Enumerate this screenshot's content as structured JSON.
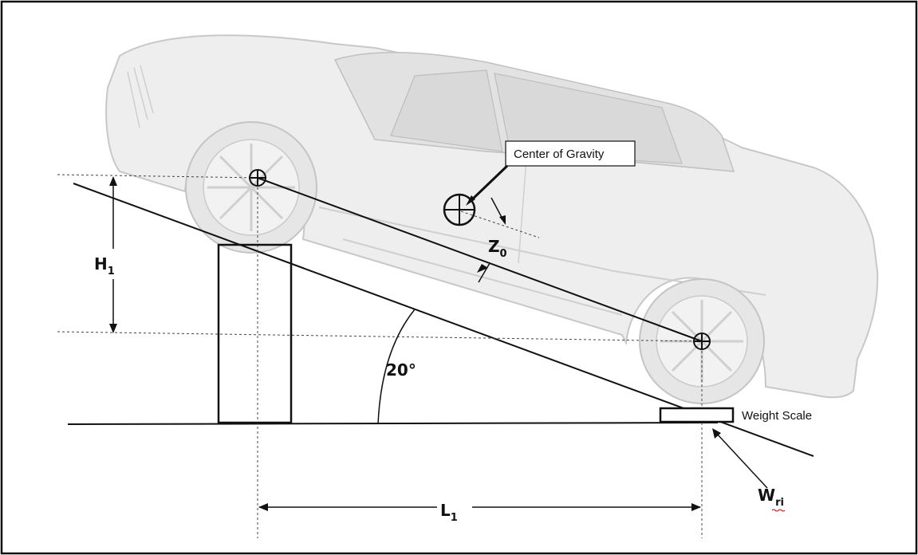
{
  "labels": {
    "cg_callout": "Center of Gravity",
    "h1_main": "H",
    "h1_sub": "1",
    "l1_main": "L",
    "l1_sub": "1",
    "z0_main": "Z",
    "z0_sub": "0",
    "angle": "20°",
    "weight_scale": "Weight Scale",
    "wri_main": "W",
    "wri_sub": "ri"
  },
  "diagram": {
    "incline_angle_deg": 20,
    "colors": {
      "lines": "#111111",
      "car_body": "#eeeeee",
      "car_outline": "#c8c8c8",
      "frame": "#111111",
      "spellcheck_underline": "#c00000"
    }
  }
}
